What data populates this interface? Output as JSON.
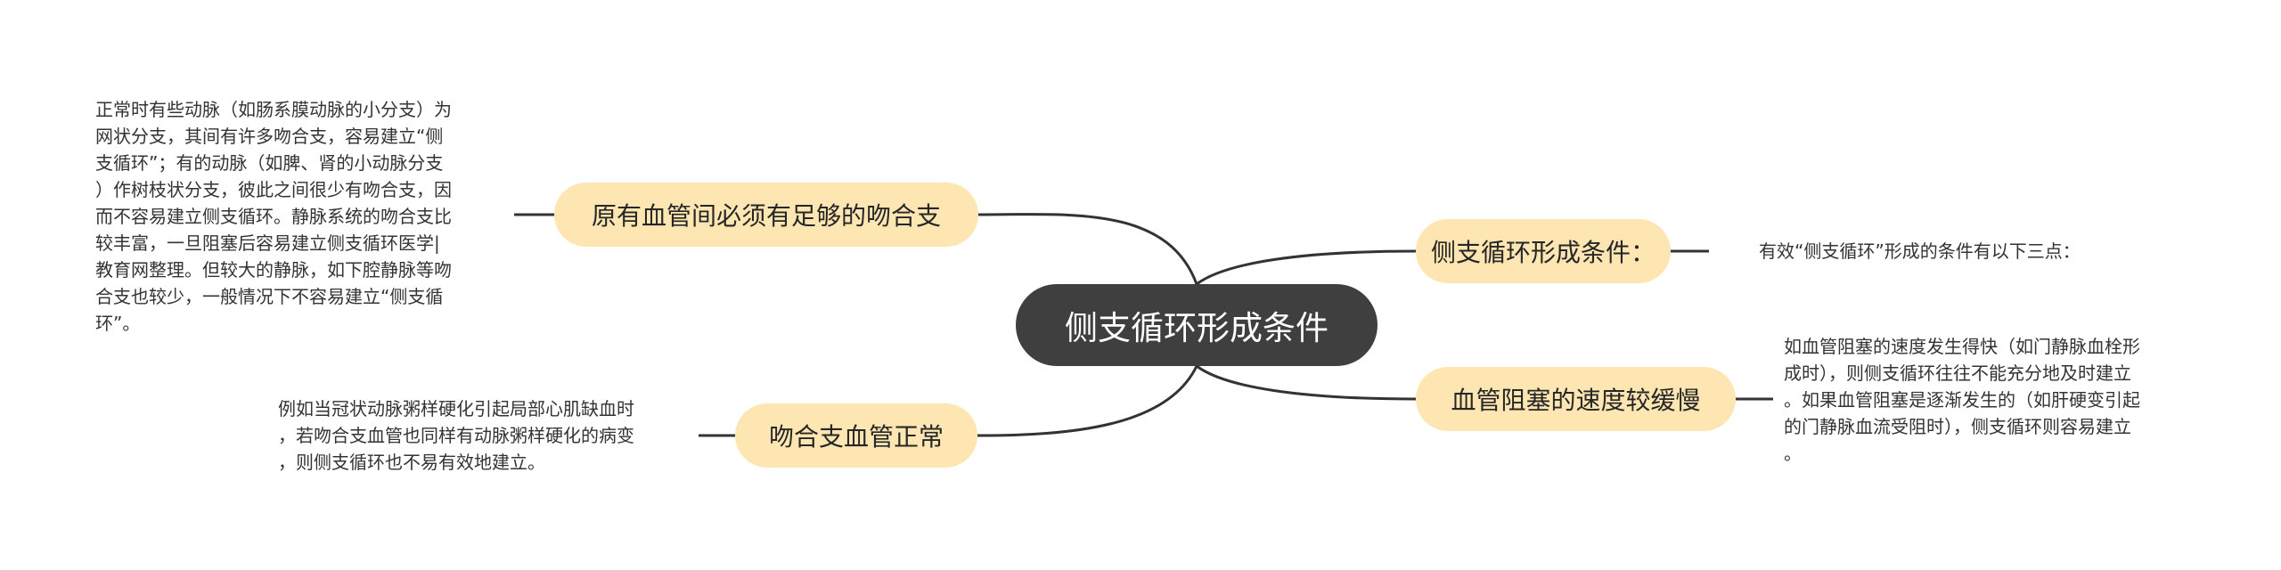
{
  "root": {
    "label": "侧支循环形成条件"
  },
  "branches": [
    {
      "label": "原有血管间必须有足够的吻合支",
      "detail": [
        "正常时有些动脉（如肠系膜动脉的小分支）为",
        "网状分支，其间有许多吻合支，容易建立“侧",
        "支循环”；有的动脉（如脾、肾的小动脉分支",
        "）作树枝状分支，彼此之间很少有吻合支，因",
        "而不容易建立侧支循环。静脉系统的吻合支比",
        "较丰富，一旦阻塞后容易建立侧支循环医学|",
        "教育网整理。但较大的静脉，如下腔静脉等吻",
        "合支也较少，一般情况下不容易建立“侧支循",
        "环”。"
      ]
    },
    {
      "label": "侧支循环形成条件：",
      "detail": [
        "有效“侧支循环”形成的条件有以下三点："
      ]
    },
    {
      "label": "血管阻塞的速度较缓慢",
      "detail": [
        "如血管阻塞的速度发生得快（如门静脉血栓形",
        "成时），则侧支循环往往不能充分地及时建立",
        "。如果血管阻塞是逐渐发生的（如肝硬变引起",
        "的门静脉血流受阻时），侧支循环则容易建立",
        "。"
      ]
    },
    {
      "label": "吻合支血管正常",
      "detail": [
        "例如当冠状动脉粥样硬化引起局部心肌缺血时",
        "，若吻合支血管也同样有动脉粥样硬化的病变",
        "，则侧支循环也不易有效地建立。"
      ]
    }
  ],
  "colors": {
    "root_fill": "#3f3f3f",
    "root_text": "#ffffff",
    "branch_fill": "#fde6b2",
    "branch_text": "#262626",
    "connector": "#333333",
    "detail_text": "#333333"
  }
}
